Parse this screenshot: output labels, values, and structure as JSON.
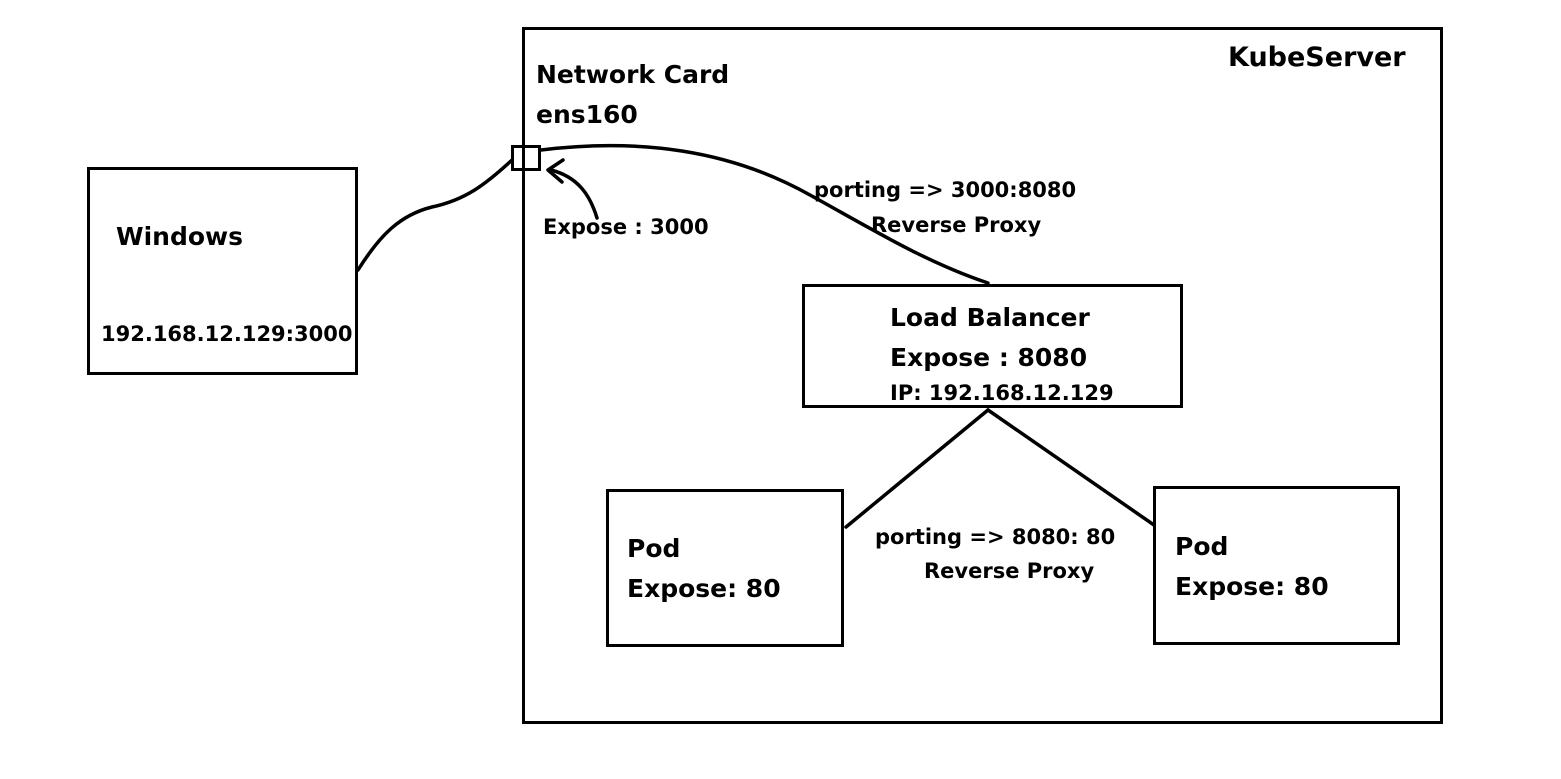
{
  "kubeserver": {
    "title": "KubeServer"
  },
  "network_card": {
    "name": "Network Card",
    "interface": "ens160",
    "expose": "Expose : 3000"
  },
  "windows": {
    "title": "Windows",
    "address": "192.168.12.129:3000"
  },
  "outer_link": {
    "porting": "porting  =>  3000:8080",
    "proxy": "Reverse Proxy"
  },
  "load_balancer": {
    "title": "Load Balancer",
    "expose": "Expose : 8080",
    "ip": "IP: 192.168.12.129"
  },
  "inner_link": {
    "porting": "porting   =>   8080: 80",
    "proxy": "Reverse Proxy"
  },
  "pods": [
    {
      "title": "Pod",
      "expose": "Expose: 80"
    },
    {
      "title": "Pod",
      "expose": "Expose: 80"
    }
  ]
}
